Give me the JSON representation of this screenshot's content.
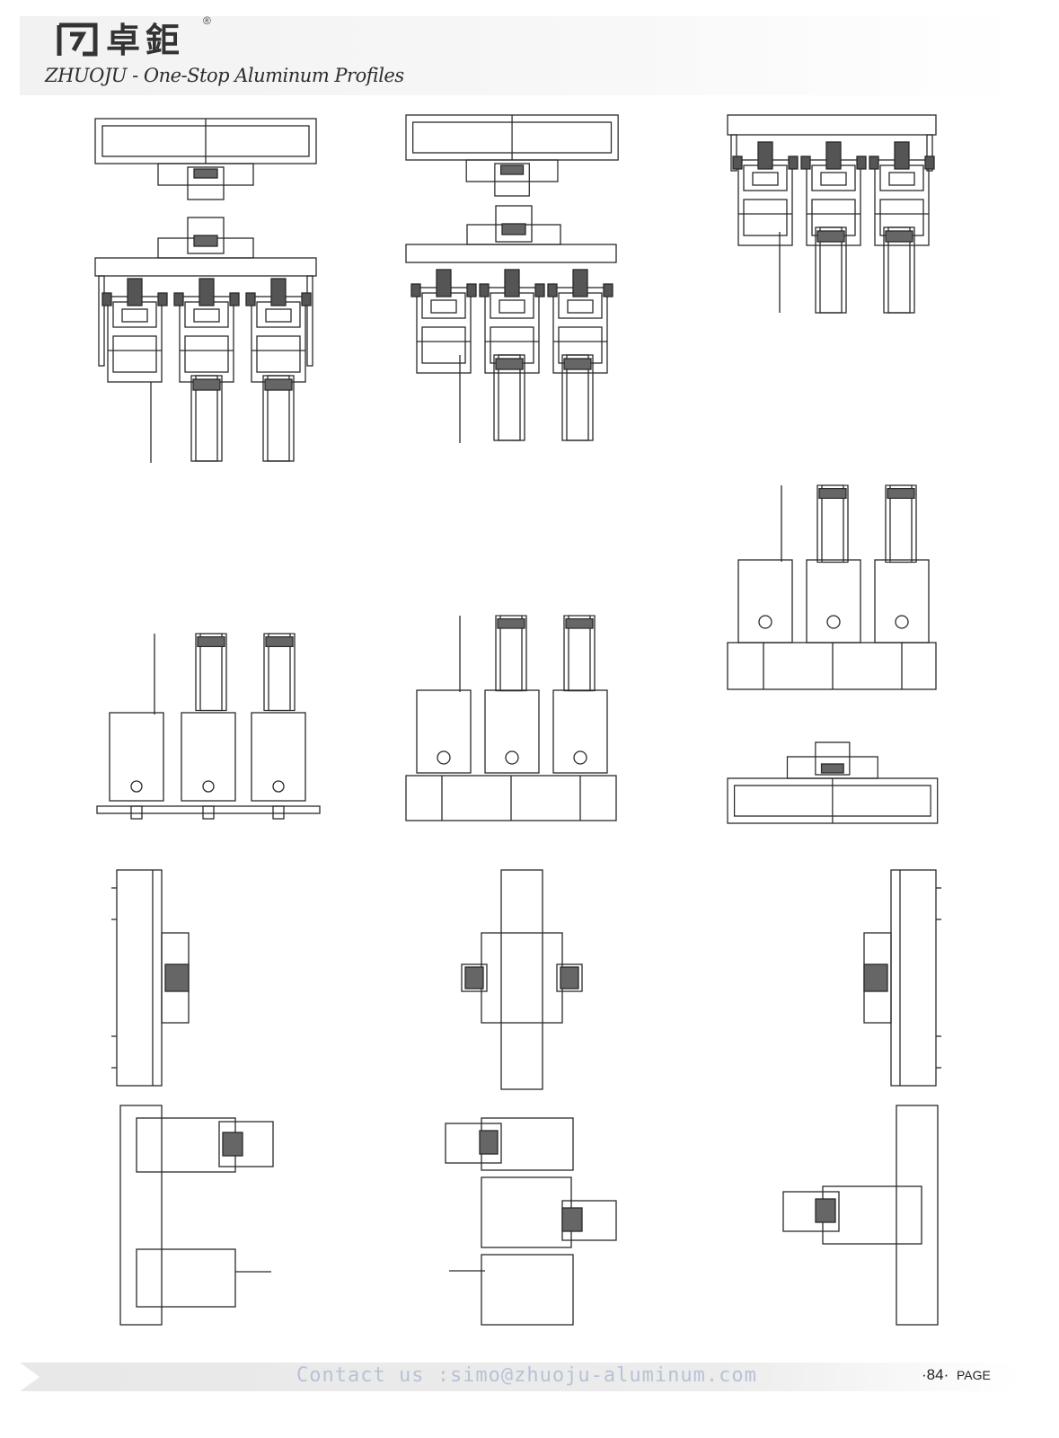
{
  "header": {
    "brand_cn": "卓鉅",
    "reg_mark": "®",
    "tagline": "ZHUOJU - One-Stop Aluminum Profiles"
  },
  "footer": {
    "contact": "Contact us :simo@zhuoju-aluminum.com",
    "page_number": "·84·",
    "page_label": "PAGE"
  },
  "colors": {
    "line": "#2a2a2a",
    "fill_dark": "#444444",
    "contact_text": "#b8c2d6"
  }
}
